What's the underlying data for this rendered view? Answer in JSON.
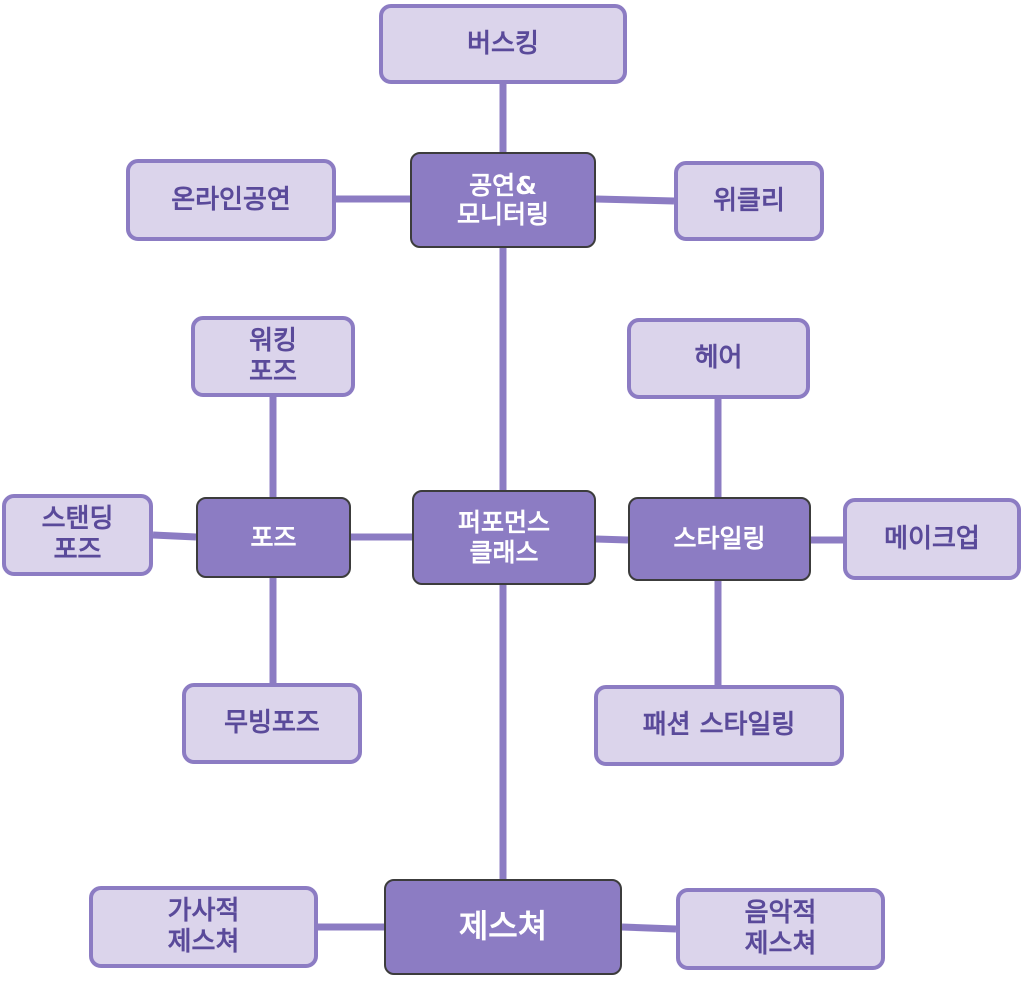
{
  "nodes": {
    "busking": "버스킹",
    "online_performance": "온라인공연",
    "performance_monitoring": "공연&\n모니터링",
    "weekly": "위클리",
    "walking_pose": "워킹\n포즈",
    "hair": "헤어",
    "standing_pose": "스탠딩\n포즈",
    "pose": "포즈",
    "performance_class": "퍼포먼스\n클래스",
    "styling": "스타일링",
    "makeup": "메이크업",
    "moving_pose": "무빙포즈",
    "fashion_styling": "패션 스타일링",
    "lyrical_gesture": "가사적\n제스쳐",
    "gesture": "제스쳐",
    "musical_gesture": "음악적\n제스쳐"
  },
  "colors": {
    "leaf_fill": "#dbd4eb",
    "leaf_border": "#8c7cc3",
    "leaf_text": "#5a4a9a",
    "hub_fill": "#8c7cc3",
    "hub_text": "#ffffff",
    "connector": "#8c7cc3"
  }
}
